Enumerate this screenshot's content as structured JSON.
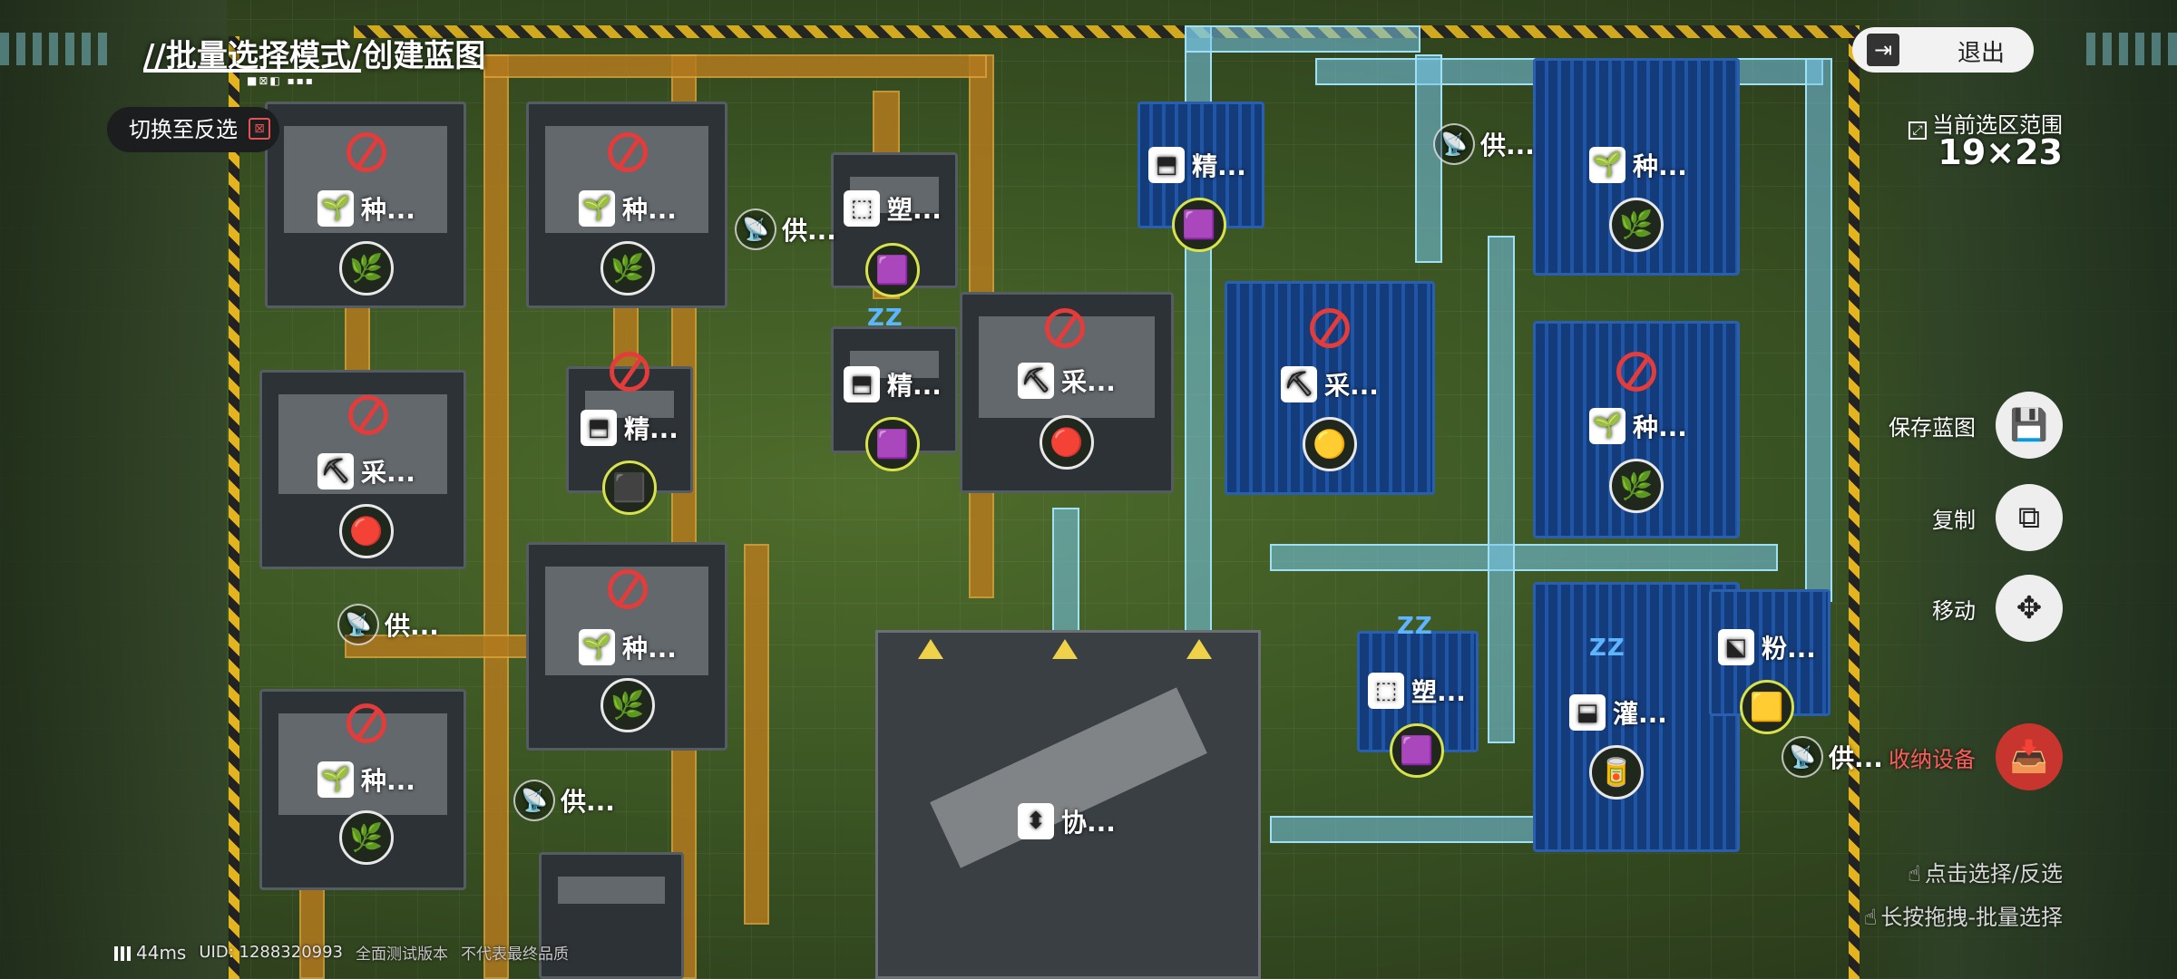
{
  "header": {
    "title": "//批量选择模式/创建蓝图",
    "title_dots": "■⊠◧ ▪▪▪",
    "toggle_label": "切换至反选",
    "toggle_icon": "⊠",
    "exit_label": "退出",
    "exit_icon": "⇥"
  },
  "selection": {
    "range_label": "当前选区范围",
    "range_icon": "⤢",
    "range_value": "19×23"
  },
  "actions": [
    {
      "label": "保存蓝图",
      "icon": "💾"
    },
    {
      "label": "复制",
      "icon": "⧉"
    },
    {
      "label": "移动",
      "icon": "✥"
    },
    {
      "label": "收纳设备",
      "icon": "📥"
    }
  ],
  "hints": [
    {
      "text": "点击选择/反选",
      "icon": "☝"
    },
    {
      "text": "长按拖拽-批量选择",
      "icon": "☝"
    }
  ],
  "footer": {
    "ping": "44ms",
    "uid": "UID: 1288320993",
    "note1": "全面测试版本",
    "note2": "不代表最终品质"
  },
  "buildings": [
    {
      "label": "种...",
      "icon": "🌱",
      "prod": "🌿"
    },
    {
      "label": "种...",
      "icon": "🌱",
      "prod": "🌿"
    },
    {
      "label": "塑...",
      "icon": "⬚",
      "prod": "🟪"
    },
    {
      "label": "精...",
      "icon": "⬒",
      "prod": "🟪"
    },
    {
      "label": "采...",
      "icon": "⛏",
      "prod": "🔴"
    },
    {
      "label": "采...",
      "icon": "⛏",
      "prod": "🔴"
    },
    {
      "label": "精...",
      "icon": "⬒",
      "prod": "⬛"
    },
    {
      "label": "种...",
      "icon": "🌱",
      "prod": "🌿"
    },
    {
      "label": "种...",
      "icon": "🌱",
      "prod": "🌿"
    },
    {
      "label": "精...",
      "icon": "⬒",
      "prod": "🟪"
    },
    {
      "label": "种...",
      "icon": "🌱",
      "prod": "🌿"
    },
    {
      "label": "采...",
      "icon": "⛏",
      "prod": "🟡"
    },
    {
      "label": "种...",
      "icon": "🌱",
      "prod": "🌿"
    },
    {
      "label": "塑...",
      "icon": "⬚",
      "prod": "🟪"
    },
    {
      "label": "灌...",
      "icon": "⬓",
      "prod": "🥫"
    },
    {
      "label": "粉...",
      "icon": "⬕",
      "prod": "🟨"
    },
    {
      "label": "协...",
      "icon": "⬍",
      "prod": ""
    }
  ],
  "pylons": [
    {
      "label": "供..."
    },
    {
      "label": "供..."
    },
    {
      "label": "供..."
    },
    {
      "label": "供..."
    },
    {
      "label": "供..."
    }
  ],
  "sleep_marker": "Z Z"
}
